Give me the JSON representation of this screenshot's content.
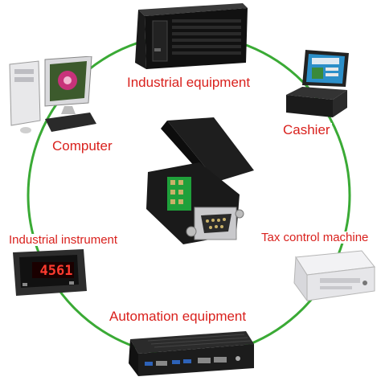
{
  "diagram": {
    "ring_color": "#3aaa35",
    "label_color": "#d9211d",
    "nodes": {
      "industrial_equipment": {
        "label": "Industrial equipment",
        "icon": "server-chassis-icon"
      },
      "cashier": {
        "label": "Cashier",
        "icon": "pos-terminal-icon"
      },
      "computer": {
        "label": "Computer",
        "icon": "desktop-computer-icon"
      },
      "industrial_instrument": {
        "label": "Industrial instrument",
        "icon": "panel-meter-icon"
      },
      "tax_control_machine": {
        "label": "Tax control machine",
        "icon": "dot-matrix-printer-icon"
      },
      "automation_equipment": {
        "label": "Automation equipment",
        "icon": "industrial-pc-icon"
      },
      "center": {
        "icon": "db9-terminal-connector-icon"
      }
    },
    "meter_reading": "4561"
  }
}
